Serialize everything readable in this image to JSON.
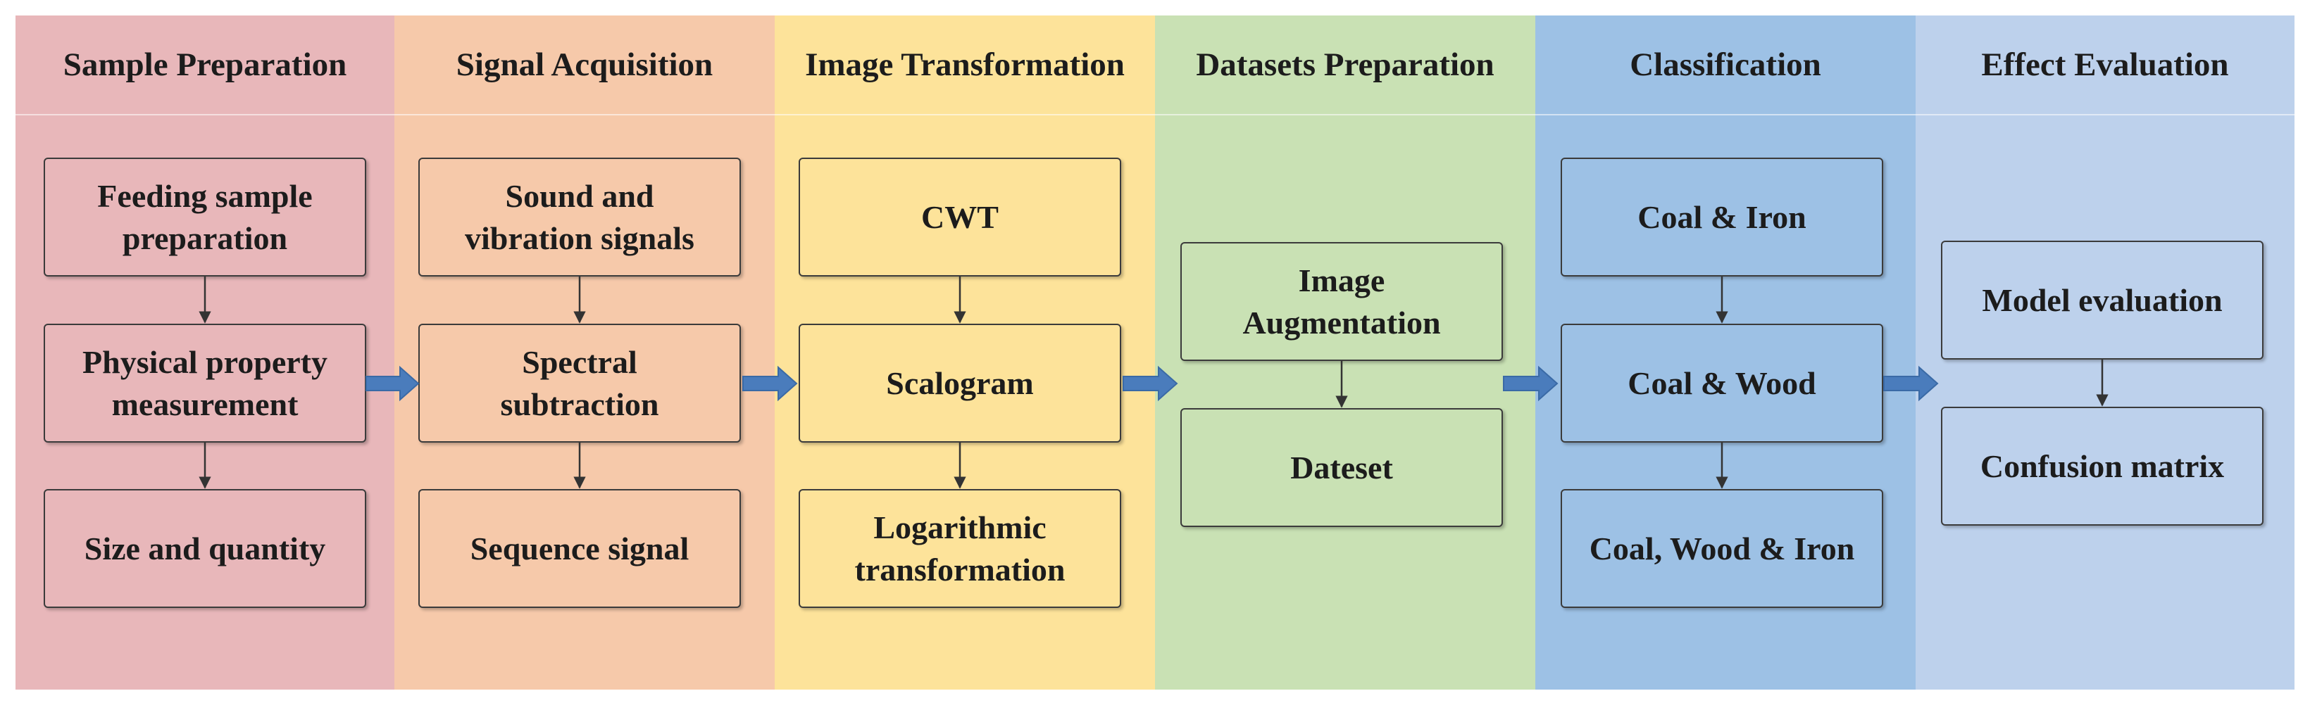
{
  "colors": {
    "sample_preparation": "#e8b7ba",
    "signal_acquisition": "#f6c9aa",
    "image_transformation": "#fde39a",
    "datasets_preparation": "#c9e1b4",
    "classification": "#9dc1e5",
    "effect_evaluation": "#bdd1ec",
    "arrow": "#4a7cbc"
  },
  "stages": [
    {
      "title": "Sample Preparation",
      "steps": [
        "Feeding sample\npreparation",
        "Physical property\nmeasurement",
        "Size and quantity"
      ]
    },
    {
      "title": "Signal Acquisition",
      "steps": [
        "Sound and\nvibration signals",
        "Spectral\nsubtraction",
        "Sequence signal"
      ]
    },
    {
      "title": "Image Transformation",
      "steps": [
        "CWT",
        "Scalogram",
        "Logarithmic\ntransformation"
      ]
    },
    {
      "title": "Datasets Preparation",
      "steps": [
        "Image\nAugmentation",
        "Dateset"
      ]
    },
    {
      "title": "Classification",
      "steps": [
        "Coal & Iron",
        "Coal & Wood",
        "Coal, Wood & Iron"
      ]
    },
    {
      "title": "Effect Evaluation",
      "steps": [
        "Model evaluation",
        "Confusion matrix"
      ]
    }
  ]
}
